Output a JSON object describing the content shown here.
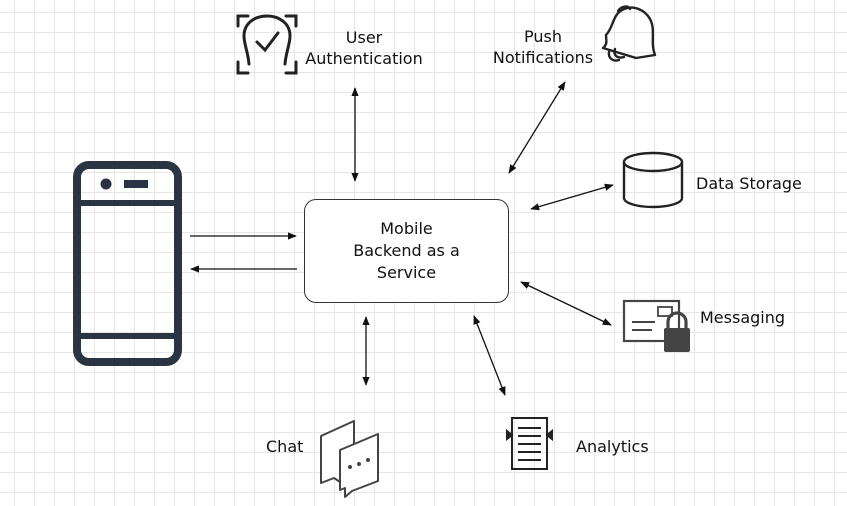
{
  "center_node": {
    "lines": [
      "Mobile",
      "Backend as a",
      "Service"
    ]
  },
  "nodes": {
    "auth": {
      "line1": "User",
      "line2": "Authentication",
      "icon": "face-id-check-icon"
    },
    "push": {
      "line1": "Push",
      "line2": "Notifications",
      "icon": "bell-icon"
    },
    "storage": {
      "label": "Data Storage",
      "icon": "database-cylinder-icon"
    },
    "messaging": {
      "label": "Messaging",
      "icon": "envelope-lock-icon"
    },
    "analytics": {
      "label": "Analytics",
      "icon": "report-document-icon"
    },
    "chat": {
      "label": "Chat",
      "icon": "chat-bubbles-icon"
    },
    "device": {
      "icon": "smartphone-icon"
    }
  },
  "colors": {
    "icon_dark": "#2b3442",
    "line": "#111111",
    "grid": "#e6e6e6"
  }
}
